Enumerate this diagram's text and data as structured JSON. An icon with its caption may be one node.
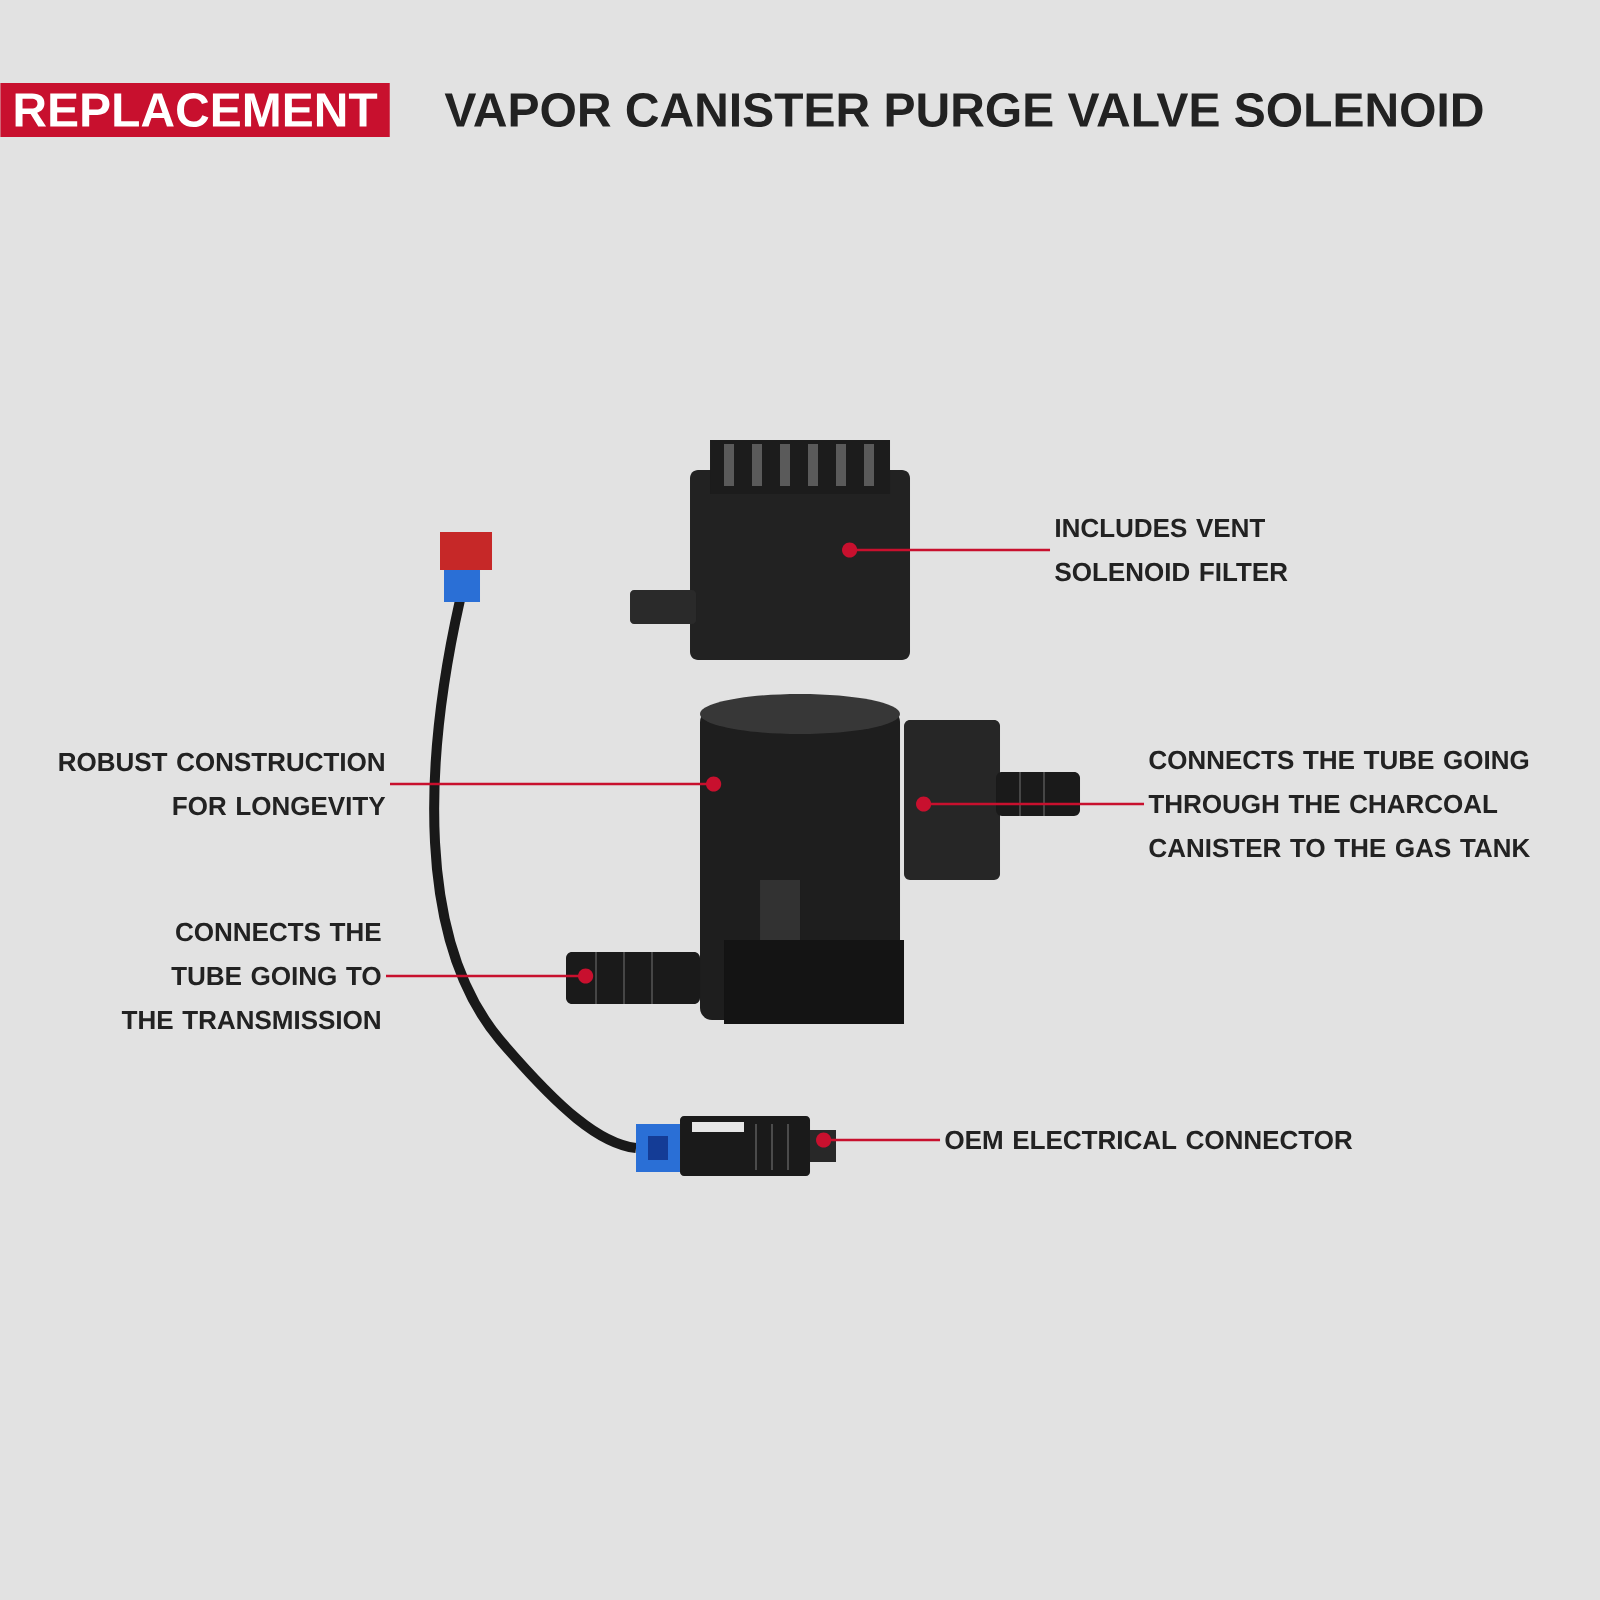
{
  "diagram": {
    "title": "VAPOR CANISTER PURGE VALVE SOLENOID",
    "nodes": [
      {
        "text": [
          "INCLUDES VENT SOLENOID FILTER"
        ]
      },
      {
        "text": [],
        "shape": "picture"
      },
      {
        "text": [
          "ROBUST CONSTRUCTION FOR LONGEVITY"
        ]
      },
      {
        "text": [],
        "shape": "picture"
      },
      {
        "text": [
          "CONNECTS THE TUBE GOING THROUGH THE CHARCOAL CANISTER TO THE GAS TANK"
        ]
      },
      {
        "text": [],
        "shape": "picture"
      },
      {
        "text": [
          "CONNECTS THE TUBE GOING TO THE TRANSMISSION"
        ]
      },
      {
        "text": [],
        "shape": "picture"
      },
      {
        "text": [
          "OEM ELECTRICAL CONNECTOR"
        ]
      },
      {
        "text": [],
        "shape": "picture"
      }
    ],
    "edges": [
      {
        "from": 0,
        "to": 1,
        "arrow": "other"
      },
      {
        "from": 2,
        "to": 3,
        "arrow": "other"
      },
      {
        "from": 4,
        "to": 5,
        "arrow": "other"
      },
      {
        "from": 6,
        "to": 7,
        "arrow": "other"
      },
      {
        "from": 8,
        "to": 9,
        "arrow": "other"
      }
    ],
    "labels": [
      "REPLACEMENT"
    ]
  }
}
